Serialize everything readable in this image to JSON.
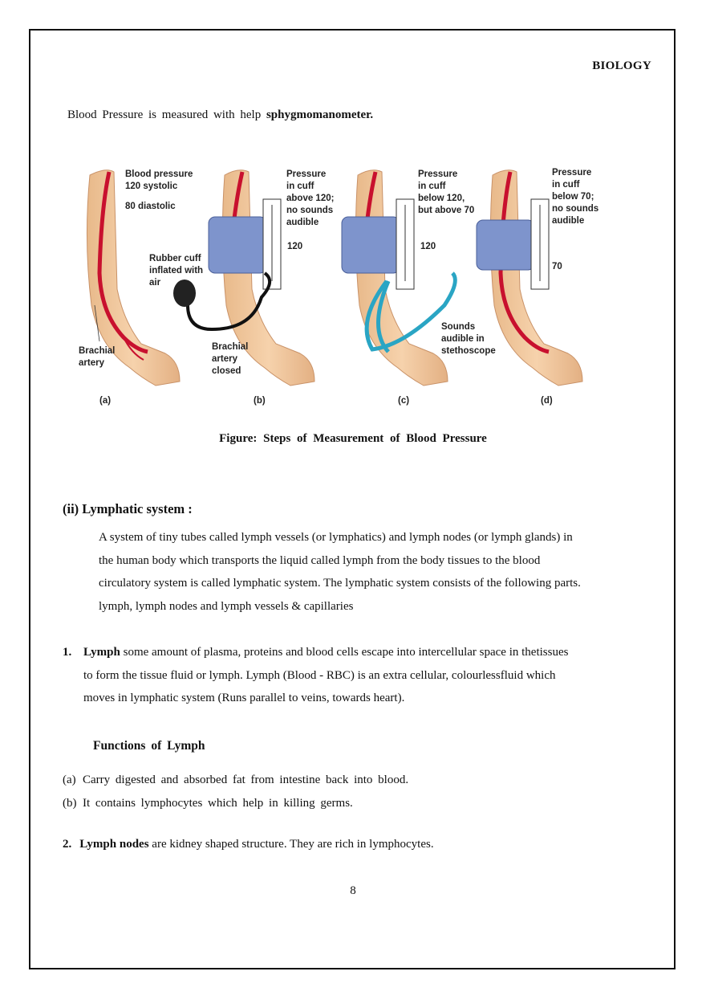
{
  "header": {
    "subject": "BIOLOGY"
  },
  "intro": {
    "text": "Blood Pressure is measured with help",
    "bold": "sphygmomanometer."
  },
  "figure": {
    "panels": [
      {
        "letter": "(a)",
        "labels": [
          "Blood pressure",
          "120 systolic",
          "80 diastolic"
        ],
        "artery": [
          "Brachial",
          "artery"
        ]
      },
      {
        "letter": "(b)",
        "labels": [
          "Pressure",
          "in cuff",
          "above 120;",
          "no sounds",
          "audible"
        ],
        "gauge": "120",
        "cuff": [
          "Rubber cuff",
          "inflated with",
          "air"
        ],
        "artery": [
          "Brachial",
          "artery",
          "closed"
        ]
      },
      {
        "letter": "(c)",
        "labels": [
          "Pressure",
          "in cuff",
          "below 120,",
          "but above 70"
        ],
        "gauge": "120",
        "sounds": [
          "Sounds",
          "audible in",
          "stethoscope"
        ]
      },
      {
        "letter": "(d)",
        "labels": [
          "Pressure",
          "in cuff",
          "below 70;",
          "no sounds",
          "audible"
        ],
        "gauge": "70"
      }
    ],
    "caption": "Figure:  Steps  of  Measurement  of  Blood  Pressure"
  },
  "lymphatic": {
    "title": "(ii)  Lymphatic system :",
    "lines": [
      " A system of tiny tubes called lymph vessels (or lymphatics) and lymph nodes (or lymph glands) in",
      "the human body which transports the liquid called   lymph from the body tissues to the blood",
      "circulatory system is called lymphatic system. The lymphatic system consists of the following parts.",
      "lymph,  lymph  nodes  and  lymph  vessels  &  capillaries"
    ]
  },
  "item1": {
    "num": "1.",
    "term": "Lymph",
    "lines": [
      " some amount of plasma, proteins and blood cells escape into intercellular space in thetissues",
      "to form the tissue fluid or lymph. Lymph (Blood - RBC) is an extra cellular, colourlessfluid which",
      "moves in lymphatic system (Runs parallel to veins, towards heart)."
    ]
  },
  "functions": {
    "title": "Functions  of  Lymph",
    "items": [
      {
        "label": "(a)",
        "text": "Carry digested and absorbed fat from intestine back into blood."
      },
      {
        "label": "(b)",
        "text": "It contains lymphocytes which help in killing germs."
      }
    ]
  },
  "item2": {
    "num": "2.",
    "term": "Lymph nodes",
    "text": " are kidney shaped structure. They are rich in lymphocytes."
  },
  "page": {
    "number": "8"
  }
}
